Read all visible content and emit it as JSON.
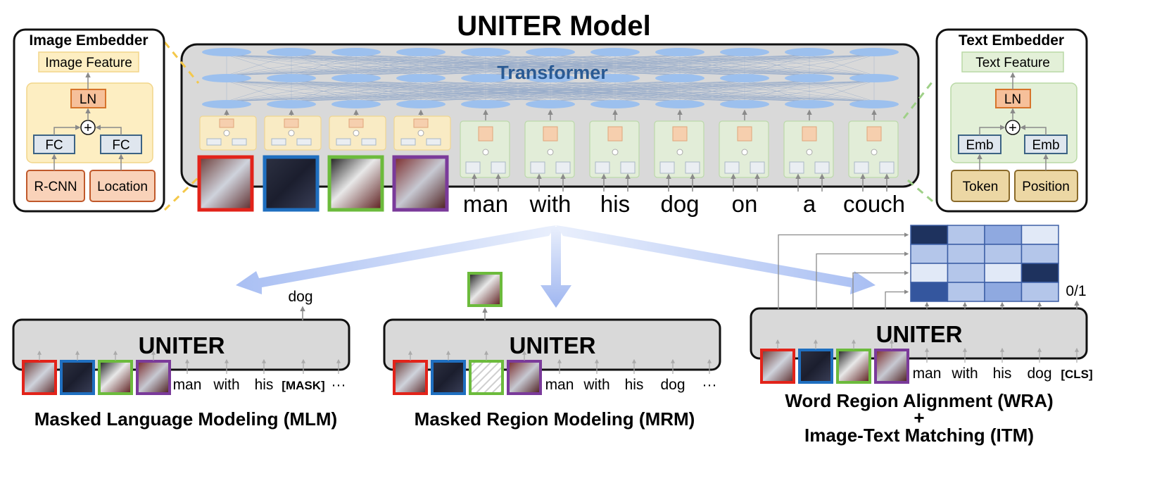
{
  "title": "UNITER Model",
  "transformer_label": "Transformer",
  "image_embedder": {
    "title": "Image Embedder",
    "feature": "Image Feature",
    "ln": "LN",
    "fc_left": "FC",
    "fc_right": "FC",
    "input_left": "R-CNN",
    "input_right": "Location"
  },
  "text_embedder": {
    "title": "Text Embedder",
    "feature": "Text Feature",
    "ln": "LN",
    "emb_left": "Emb",
    "emb_right": "Emb",
    "input_left": "Token",
    "input_right": "Position"
  },
  "plus_symbol": "+",
  "sentence": [
    "man",
    "with",
    "his",
    "dog",
    "on",
    "a",
    "couch"
  ],
  "region_colors": [
    "#e2231a",
    "#1f6fc0",
    "#6cbb3c",
    "#7a3a9a"
  ],
  "colors": {
    "image_embed_fill": "#fdeec2",
    "image_embed_border": "#f2d58a",
    "text_embed_fill": "#e3f0d8",
    "text_embed_border": "#b9d9a6",
    "ln_fill": "#f6c09a",
    "ln_border": "#d6742b",
    "fc_fill": "#dfe6ee",
    "fc_border": "#3c6384",
    "rcnn_fill": "#f9d2b9",
    "rcnn_border": "#c0592b",
    "token_fill": "#ecd7a4",
    "token_border": "#8a6a2a",
    "node": "#9cc0ee",
    "panel_gray": "#d9d9d9",
    "arrow": "#b9cbf3"
  },
  "tasks": {
    "mlm": {
      "uniter_label": "UNITER",
      "output": "dog",
      "tokens": [
        "man",
        "with",
        "his",
        "[MASK]",
        "···"
      ],
      "caption": "Masked Language Modeling (MLM)"
    },
    "mrm": {
      "uniter_label": "UNITER",
      "tokens": [
        "man",
        "with",
        "his",
        "dog",
        "···"
      ],
      "caption": "Masked Region Modeling (MRM)"
    },
    "wra_itm": {
      "uniter_label": "UNITER",
      "tokens": [
        "man",
        "with",
        "his",
        "dog",
        "[CLS]"
      ],
      "itm_output": "0/1",
      "caption_line1": "Word Region Alignment (WRA)",
      "caption_plus": "+",
      "caption_line2": "Image-Text Matching (ITM)",
      "alignment_matrix": [
        [
          4,
          1,
          2,
          0
        ],
        [
          1,
          1,
          1,
          1
        ],
        [
          0,
          1,
          0,
          4
        ],
        [
          3,
          1,
          2,
          1
        ]
      ]
    }
  }
}
